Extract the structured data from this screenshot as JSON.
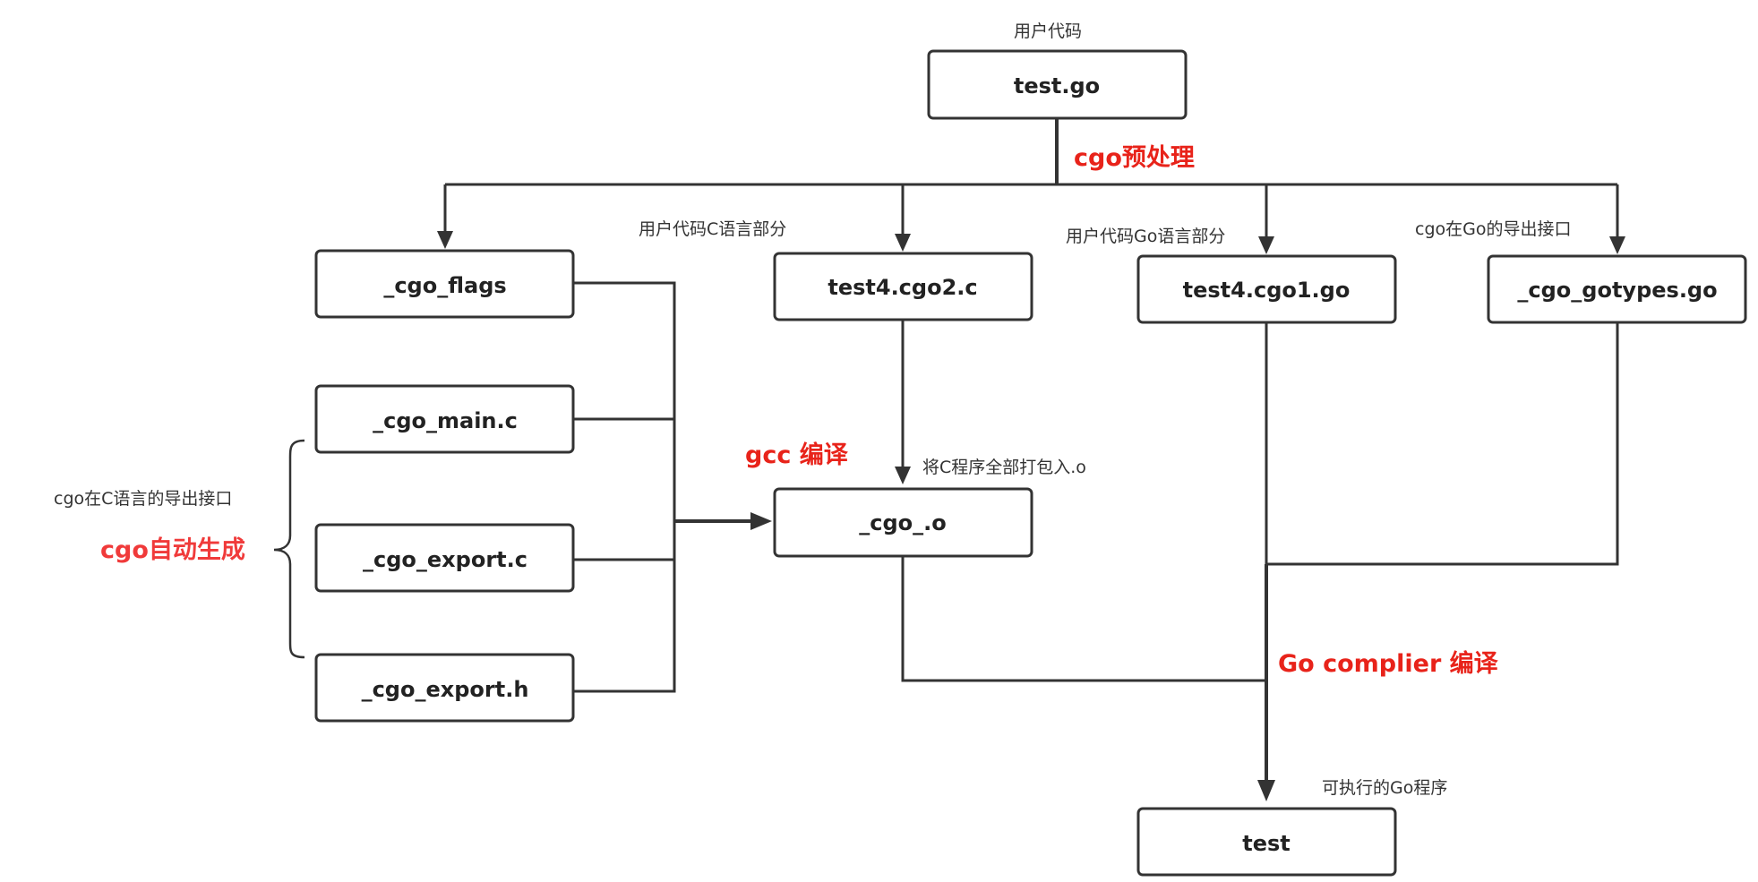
{
  "colors": {
    "stroke": "#333333",
    "text": "#222222",
    "annotation": "#333333",
    "highlight": "#e8231a"
  },
  "nodes": {
    "test_go": "test.go",
    "cgo_flags": "_cgo_flags",
    "test4_cgo2_c": "test4.cgo2.c",
    "test4_cgo1_go": "test4.cgo1.go",
    "cgo_gotypes_go": "_cgo_gotypes.go",
    "cgo_main_c": "_cgo_main.c",
    "cgo_export_c": "_cgo_export.c",
    "cgo_export_h": "_cgo_export.h",
    "cgo_o": "_cgo_.o",
    "test": "test"
  },
  "annotations": {
    "user_code": "用户代码",
    "user_code_c": "用户代码C语言部分",
    "user_code_go": "用户代码Go语言部分",
    "cgo_go_export": "cgo在Go的导出接口",
    "cgo_c_export": "cgo在C语言的导出接口",
    "pack_c": "将C程序全部打包入.o",
    "executable": "可执行的Go程序"
  },
  "stages": {
    "preprocess": "cgo预处理",
    "gcc": "gcc 编译",
    "go_compile": "Go complier 编译",
    "auto_gen": "cgo自动生成"
  }
}
